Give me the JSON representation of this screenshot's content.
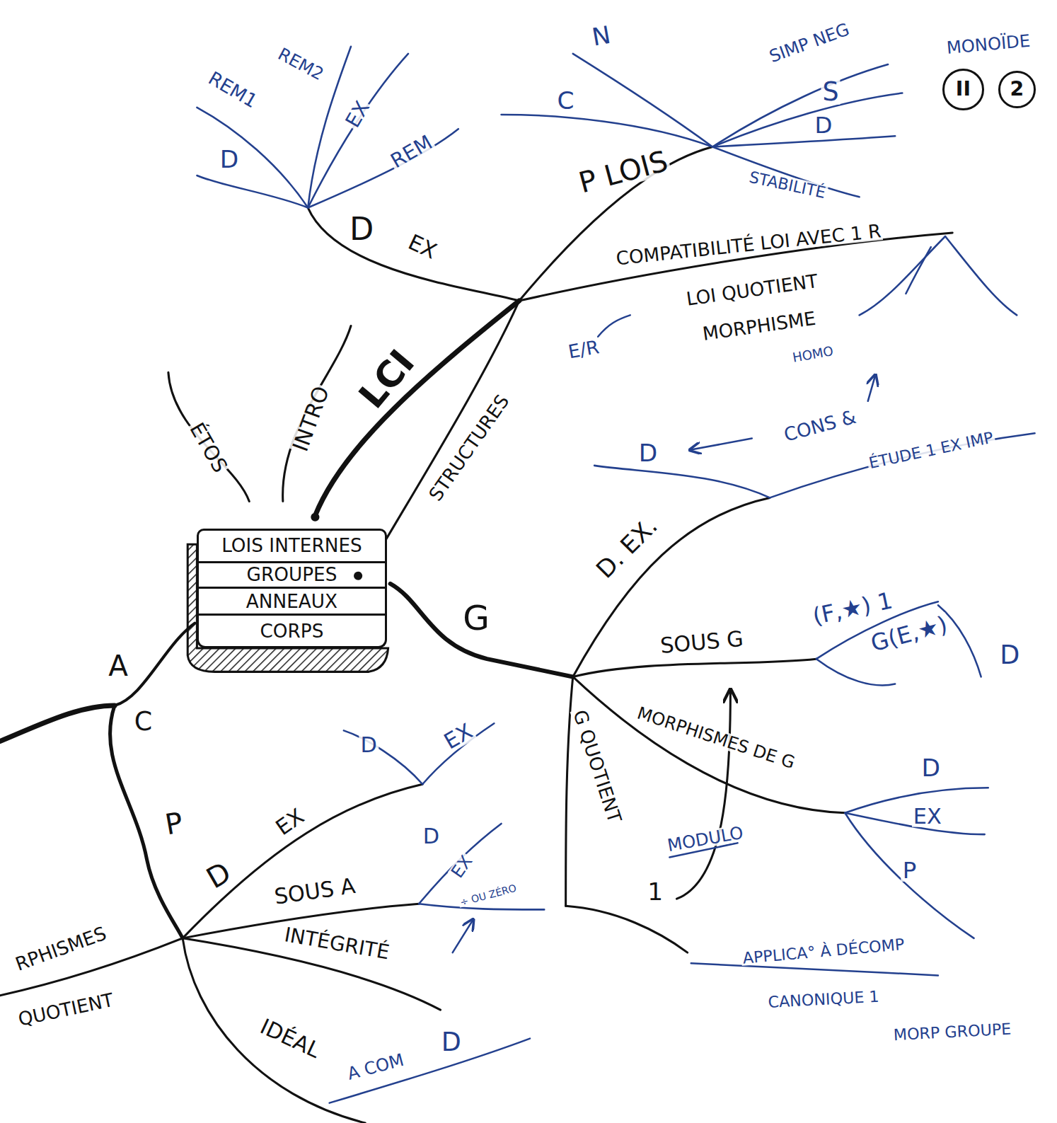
{
  "diagram": {
    "nodes": [
      {
        "text": [
          "LOIS INTERNES"
        ]
      },
      {
        "text": [
          "GROUPES"
        ]
      },
      {
        "text": [
          "ANNEAUX"
        ]
      },
      {
        "text": [
          "CORPS"
        ]
      },
      {
        "text": [
          "II"
        ]
      },
      {
        "text": [
          "2"
        ]
      }
    ],
    "labels": [
      "REM1",
      "REM2",
      "EX",
      "REM",
      "D",
      "D",
      "EX",
      "N",
      "C",
      "SIMP NEG",
      "S",
      "D",
      "STABILITÉ",
      "MONOÏDE",
      "P LOIS",
      "COMPATIBILITÉ LOI AVEC 1 R",
      "LOI QUOTIENT",
      "MORPHISME",
      "E/R",
      "HOMO",
      "ÉTOS",
      "INTRO",
      "LCI",
      "STRUCTURES",
      "D. EX.",
      "D",
      "CONS &",
      "ÉTUDE 1 EX IMP",
      "SOUS G",
      "(F,★) 1",
      "G(E,★)",
      "D",
      "MORPHISMES DE G",
      "D",
      "EX",
      "P",
      "G QUOTIENT",
      "MODULO",
      "1",
      "APPLICA° À DÉCOMP",
      "CANONIQUE 1",
      "MORP GROUPE",
      "G",
      "A",
      "C",
      "P",
      "D",
      "EX",
      "D",
      "EX",
      "SOUS A",
      "D",
      "EX",
      "÷ OU ZÉRO",
      "INTÉGRITÉ",
      "IDÉAL",
      "A COM",
      "D",
      "RPHISMES",
      "QUOTIENT"
    ]
  }
}
